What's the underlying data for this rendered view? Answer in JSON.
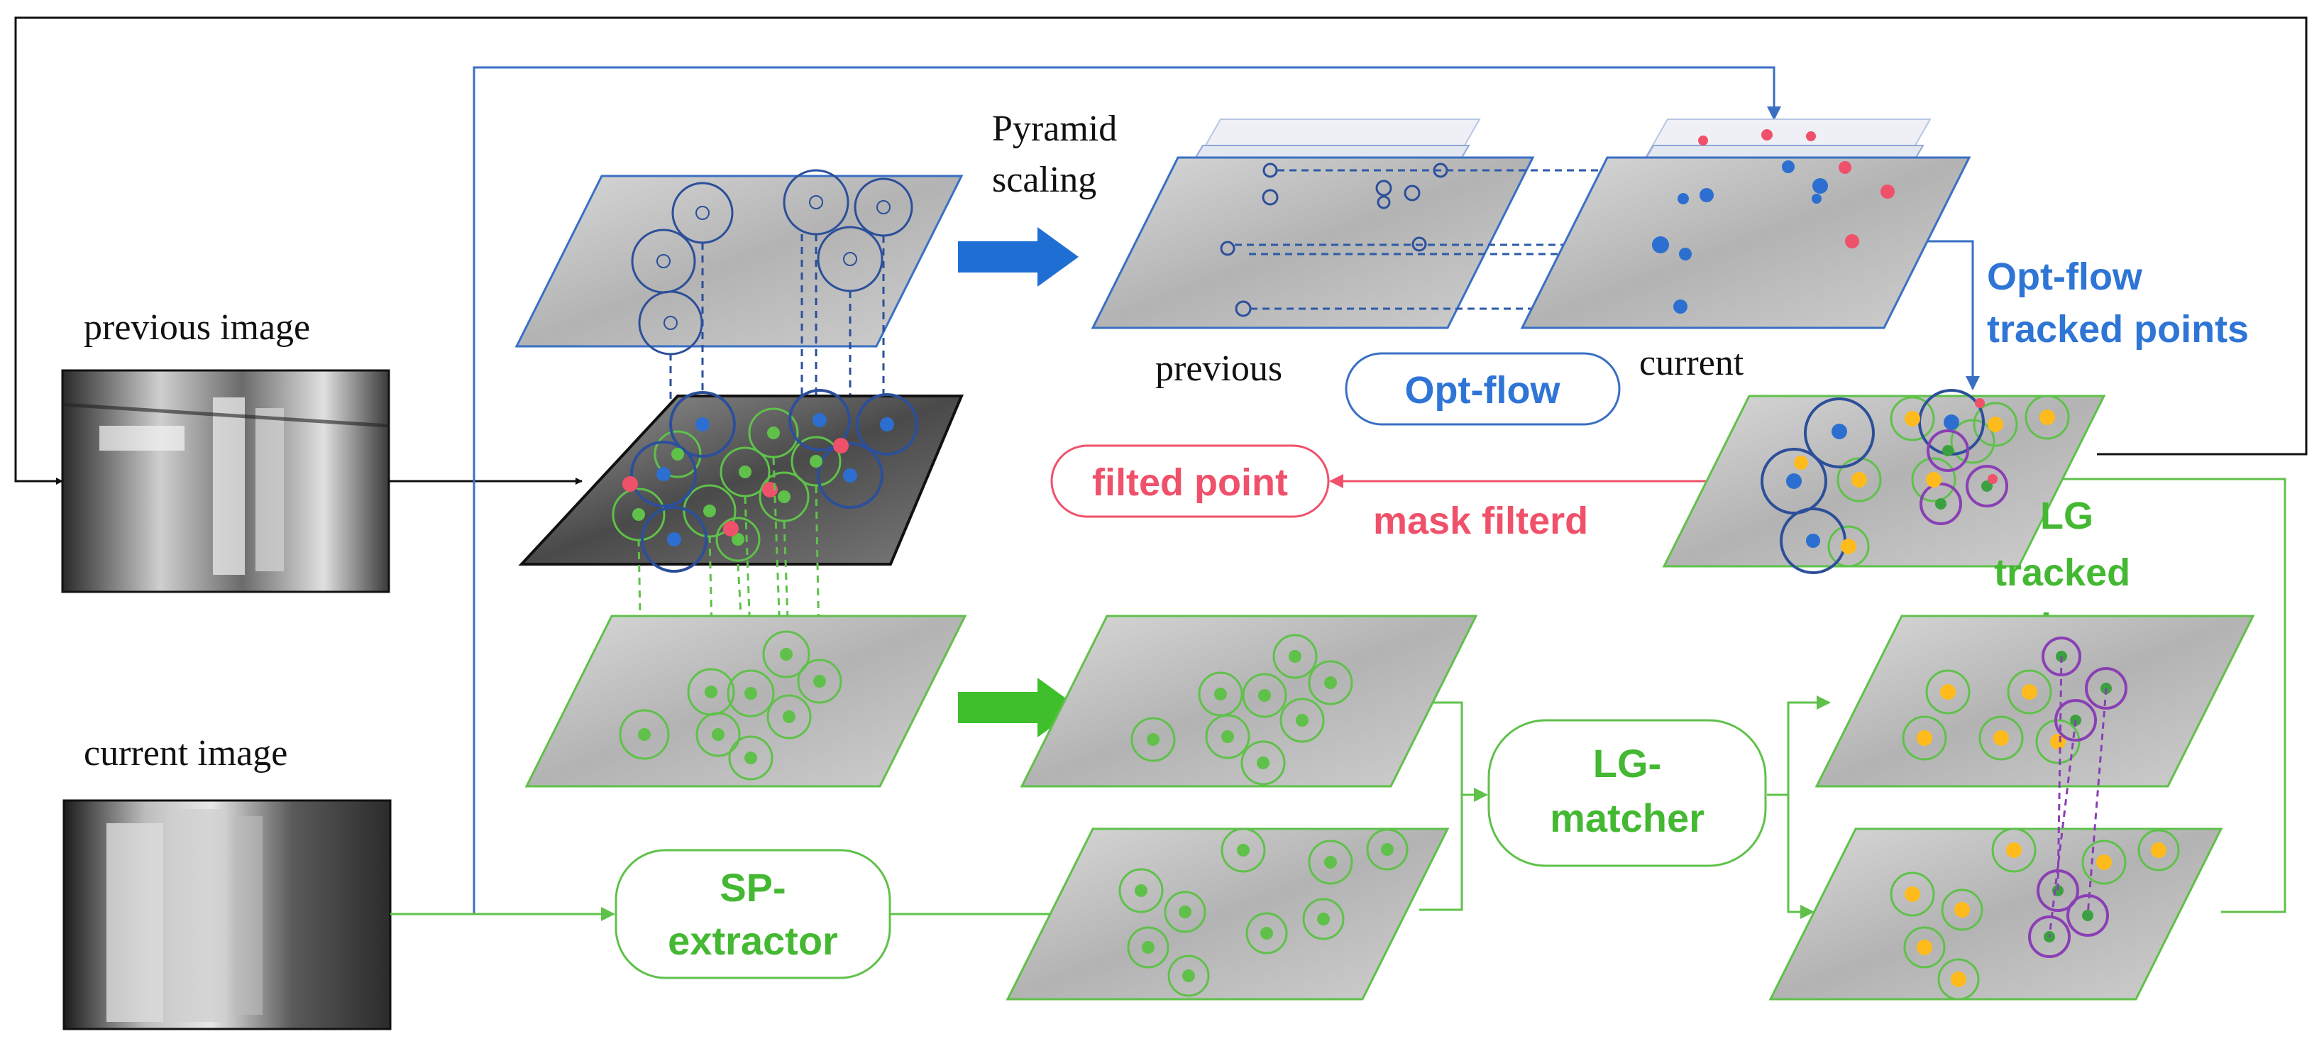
{
  "labels": {
    "previous_image": "previous image",
    "current_image": "current image",
    "pyramid_line1": "Pyramid",
    "pyramid_line2": "scaling",
    "previous": "previous",
    "current": "current",
    "opt_flow": "Opt-flow",
    "opt_flow_tracked_line1": "Opt-flow",
    "opt_flow_tracked_line2": "tracked points",
    "filted_point": "filted point",
    "mask_filterd": "mask filterd",
    "lg_tracked_line1": "LG",
    "lg_tracked_line2": "tracked",
    "lg_tracked_line3": "points",
    "sp_extractor_line1": "SP-",
    "sp_extractor_line2": "extractor",
    "lg_matcher_line1": "LG-",
    "lg_matcher_line2": "matcher"
  },
  "colors": {
    "blue": "#3a6fc4",
    "blue_text": "#2e75d6",
    "green": "#5fc14a",
    "green_text": "#44b832",
    "red": "#f0516a",
    "orange": "#ffbb1c",
    "purple": "#8a3fb5",
    "black": "#111111"
  }
}
